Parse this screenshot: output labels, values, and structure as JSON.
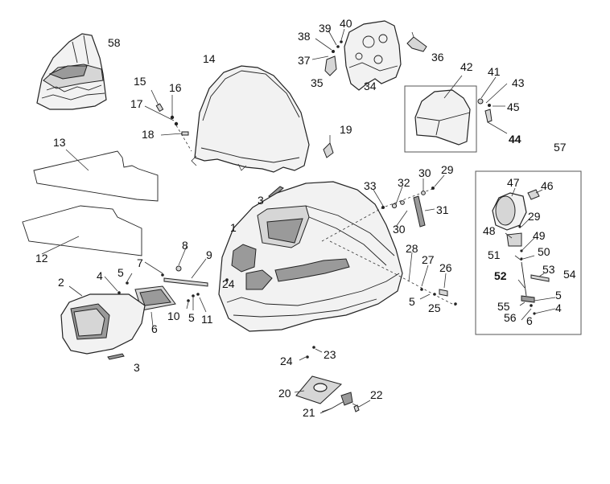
{
  "callouts": {
    "c58": "58",
    "c15": "15",
    "c16": "16",
    "c17": "17",
    "c18": "18",
    "c14": "14",
    "c38": "38",
    "c39": "39",
    "c40": "40",
    "c37": "37",
    "c35": "35",
    "c34": "34",
    "c36": "36",
    "c42": "42",
    "c41": "41",
    "c43": "43",
    "c45": "45",
    "c44": "44",
    "c19": "19",
    "c13": "13",
    "c12": "12",
    "c3a": "3",
    "c3b": "3",
    "c33": "33",
    "c32": "32",
    "c30a": "30",
    "c29a": "29",
    "c31": "31",
    "c30b": "30",
    "c57": "57",
    "c47": "47",
    "c46": "46",
    "c29b": "29",
    "c48": "48",
    "c49": "49",
    "c51": "51",
    "c50": "50",
    "c53": "53",
    "c54": "54",
    "c52": "52",
    "c5c": "5",
    "c55": "55",
    "c4b": "4",
    "c56": "56",
    "c6b": "6",
    "c1": "1",
    "c24a": "24",
    "c28": "28",
    "c27": "27",
    "c26": "26",
    "c5b": "5",
    "c25": "25",
    "c8": "8",
    "c9": "9",
    "c7": "7",
    "c5a": "5",
    "c4a": "4",
    "c2": "2",
    "c6a": "6",
    "c10": "10",
    "c5d": "5",
    "c11": "11",
    "c24b": "24",
    "c23": "23",
    "c20": "20",
    "c21": "21",
    "c22": "22"
  }
}
